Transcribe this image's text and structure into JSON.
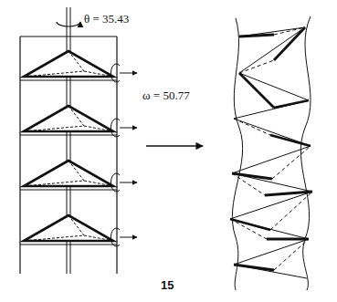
{
  "diagram": {
    "labels": [
      "θ = 35.43",
      "ω = 50.77",
      "15"
    ]
  }
}
